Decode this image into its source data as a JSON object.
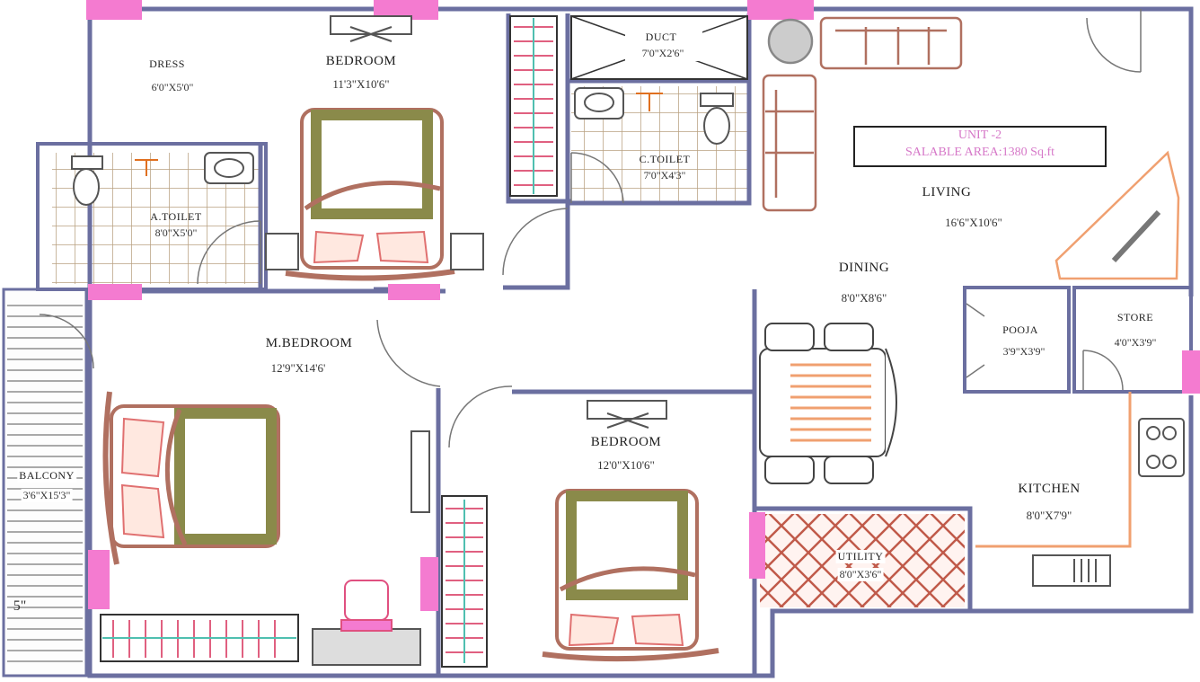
{
  "unit": {
    "title": "UNIT -2",
    "area": "SALABLE AREA:1380 Sq.ft"
  },
  "rooms": [
    {
      "id": "dress",
      "name": "DRESS",
      "dim": "6'0\"X5'0\""
    },
    {
      "id": "bedroom-1",
      "name": "BEDROOM",
      "dim": "11'3\"X10'6\""
    },
    {
      "id": "duct",
      "name": "DUCT",
      "dim": "7'0\"X2'6\""
    },
    {
      "id": "c-toilet",
      "name": "C.TOILET",
      "dim": "7'0\"X4'3\""
    },
    {
      "id": "a-toilet",
      "name": "A.TOILET",
      "dim": "8'0\"X5'0\""
    },
    {
      "id": "living",
      "name": "LIVING",
      "dim": "16'6\"X10'6\""
    },
    {
      "id": "dining",
      "name": "DINING",
      "dim": "8'0\"X8'6\""
    },
    {
      "id": "pooja",
      "name": "POOJA",
      "dim": "3'9\"X3'9\""
    },
    {
      "id": "store",
      "name": "STORE",
      "dim": "4'0\"X3'9\""
    },
    {
      "id": "m-bedroom",
      "name": "M.BEDROOM",
      "dim": "12'9\"X14'6'"
    },
    {
      "id": "bedroom-2",
      "name": "BEDROOM",
      "dim": "12'0\"X10'6\""
    },
    {
      "id": "kitchen",
      "name": "KITCHEN",
      "dim": "8'0\"X7'9\""
    },
    {
      "id": "utility",
      "name": "UTILITY",
      "dim": "8'0\"X3'6\""
    },
    {
      "id": "balcony",
      "name": "BALCONY",
      "dim": "3'6\"X15'3\""
    }
  ],
  "misc": {
    "edge_dim": "5\""
  },
  "colors": {
    "wall": "#6b6fa0",
    "pillar": "#f47bd0",
    "bed_frame": "#b07060",
    "bed_head": "#8a8a4a",
    "wardrobe": "#4fbfb0",
    "tile": "#b8a080",
    "unit_text": "#d678c8"
  }
}
